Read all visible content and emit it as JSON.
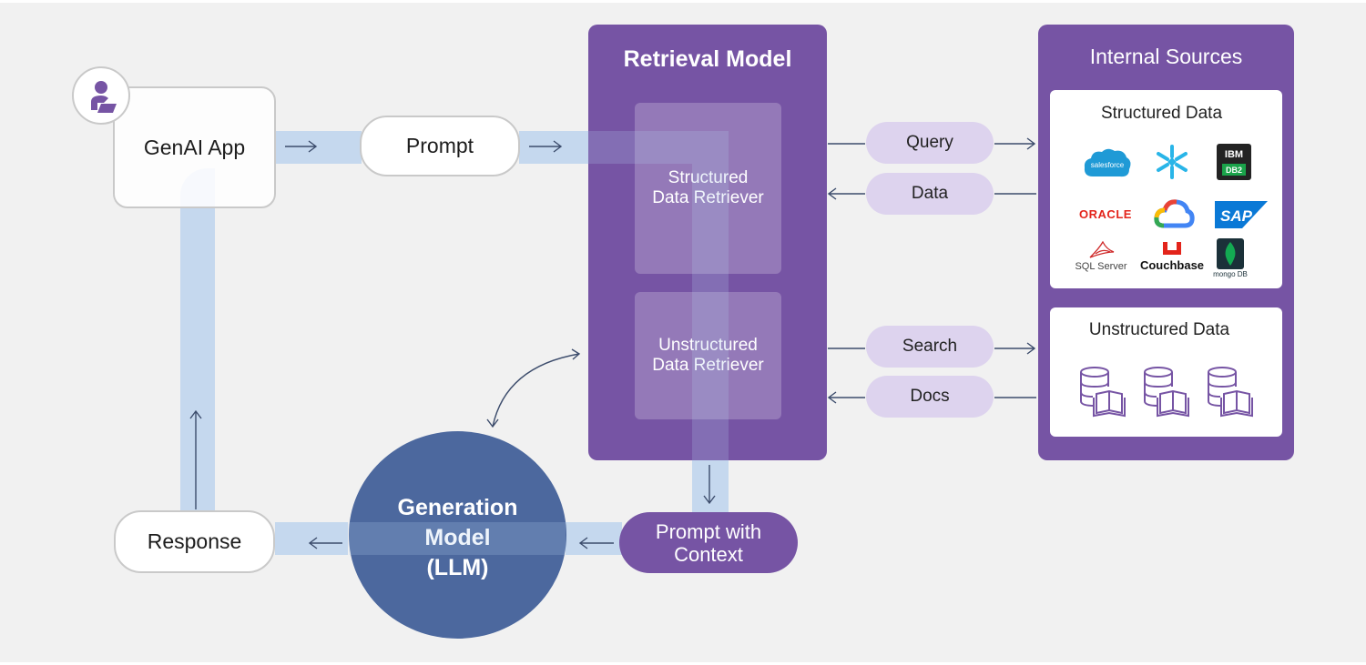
{
  "genai_app": {
    "label": "GenAI App"
  },
  "prompt": {
    "label": "Prompt"
  },
  "retrieval_model": {
    "title": "Retrieval Model",
    "structured_retriever": "Structured\nData Retriever",
    "unstructured_retriever": "Unstructured\nData Retriever"
  },
  "exchanges": {
    "query": "Query",
    "data": "Data",
    "search": "Search",
    "docs": "Docs"
  },
  "internal_sources": {
    "title": "Internal Sources",
    "structured": {
      "title": "Structured Data",
      "logos": [
        "salesforce",
        "snowflake",
        "IBM DB2",
        "ORACLE",
        "google-cloud",
        "SAP",
        "SQL Server",
        "Couchbase",
        "mongo DB"
      ]
    },
    "unstructured": {
      "title": "Unstructured Data",
      "icons": [
        "database-docs-icon",
        "database-docs-icon",
        "database-docs-icon"
      ]
    }
  },
  "prompt_with_context": {
    "label": "Prompt with\nContext"
  },
  "generation_model": {
    "label": "Generation\nModel\n(LLM)"
  },
  "response": {
    "label": "Response"
  },
  "colors": {
    "purple": "#7654a4",
    "navy": "#4c689e",
    "pill_lavender": "#ddd3ee",
    "flow_blue": "#b0ccec",
    "arrow": "#3c4c6c"
  }
}
